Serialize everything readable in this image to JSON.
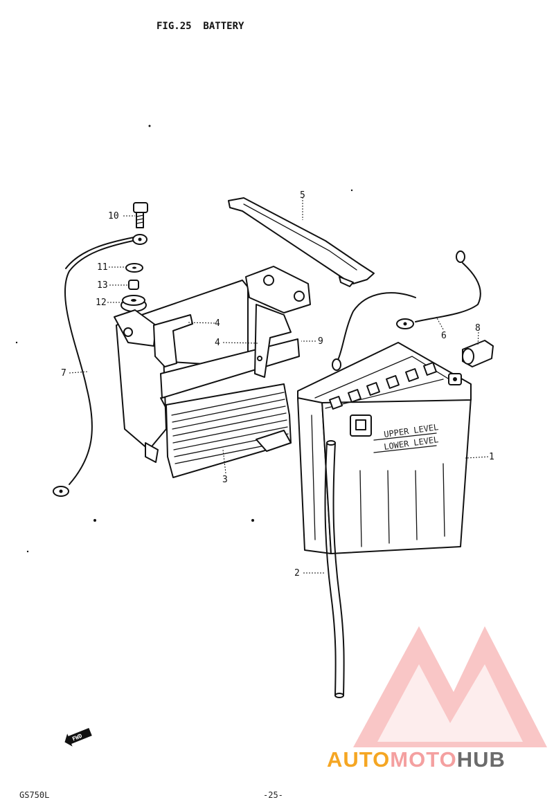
{
  "title": "FIG.25  BATTERY",
  "footer": {
    "model": "GS750L",
    "page": "-25-"
  },
  "fwd_label": "FWD",
  "watermark": {
    "part1": "AUTO",
    "part2": "MOTO",
    "part3": "HUB",
    "color1": "#f5a623",
    "color2": "#f4a0a0",
    "color3": "#6b6b6b",
    "logo_color": "#f28b8b"
  },
  "callouts": [
    "1",
    "2",
    "3",
    "4",
    "4",
    "5",
    "6",
    "7",
    "8",
    "9",
    "10",
    "11",
    "12",
    "13"
  ],
  "battery_text": [
    "UPPER LEVEL",
    "LOWER LEVEL"
  ]
}
